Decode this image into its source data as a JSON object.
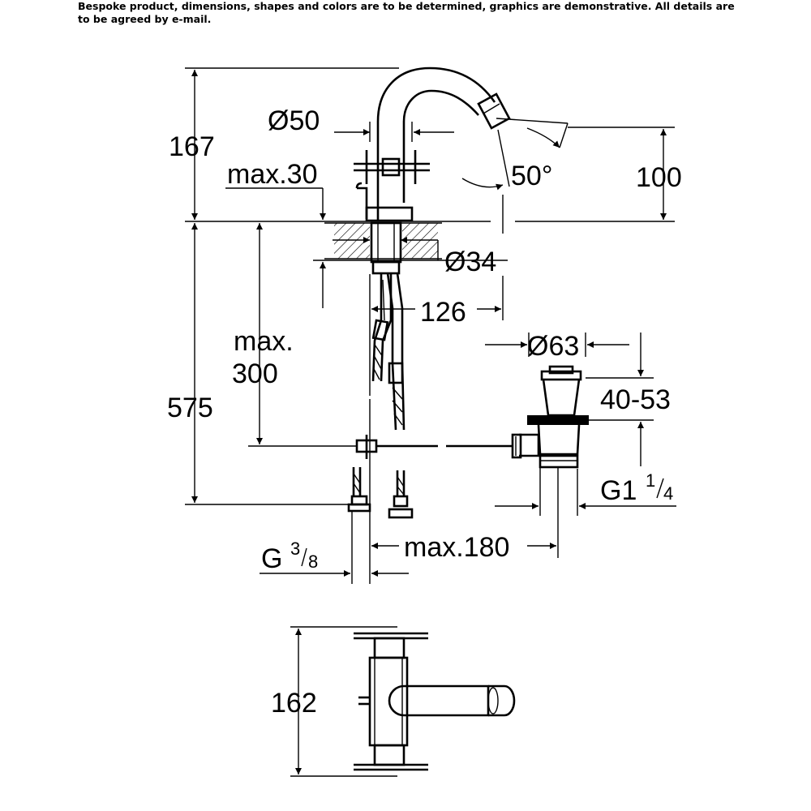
{
  "note": "Bespoke product, dimensions, shapes and colors are to be determined, graphics are demonstrative. All details are to be agreed by e-mail.",
  "dims": {
    "d50": "Ø50",
    "h167": "167",
    "max30": "max.30",
    "angle": "50°",
    "h100": "100",
    "d34": "Ø34",
    "l126": "126",
    "max_label": "max.",
    "max_value": "300",
    "d63": "Ø63",
    "r4053": "40-53",
    "h575": "575",
    "g1_main": "G1",
    "g1_num": "1",
    "g1_den": "4",
    "max180": "max.180",
    "g38_main": "G",
    "g38_num": "3",
    "g38_den": "8",
    "w162": "162"
  }
}
